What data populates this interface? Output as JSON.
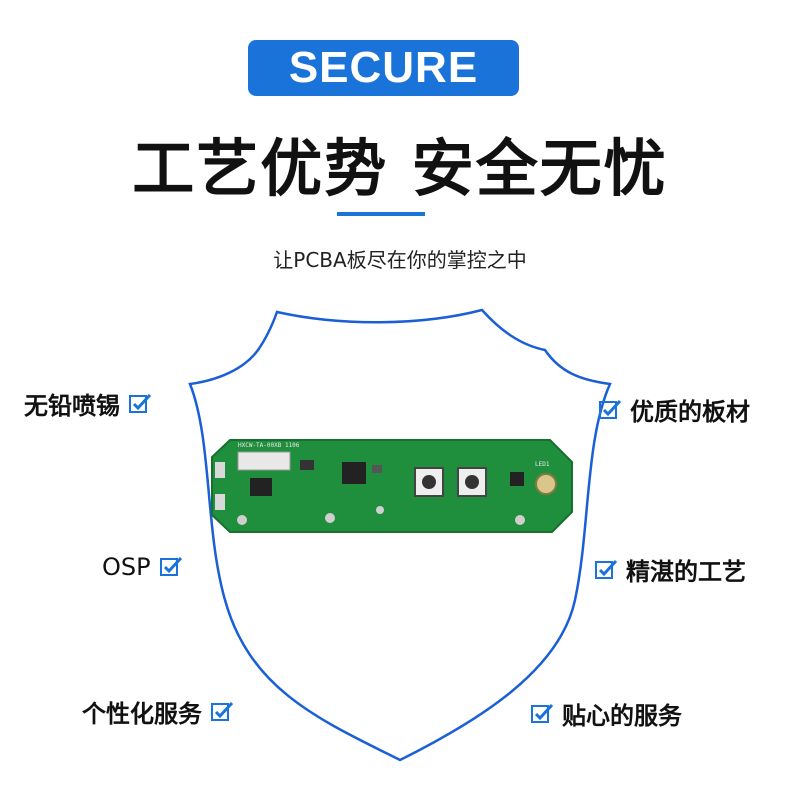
{
  "header": {
    "badge": "SECURE",
    "headline": "工艺优势 安全无忧",
    "subtitle": "让PCBA板尽在你的掌控之中"
  },
  "features": {
    "left": [
      "无铅喷锡",
      "OSP",
      "个性化服务"
    ],
    "right": [
      "优质的板材",
      "精湛的工艺",
      "贴心的服务"
    ]
  },
  "pcb": {
    "silk_label": "HXCW-TA-00XB 1106",
    "silk_led": "LED1"
  },
  "colors": {
    "accent": "#1a73d9",
    "pcb_green": "#1f8f3e",
    "shield_outline": "#1a5fd6"
  }
}
